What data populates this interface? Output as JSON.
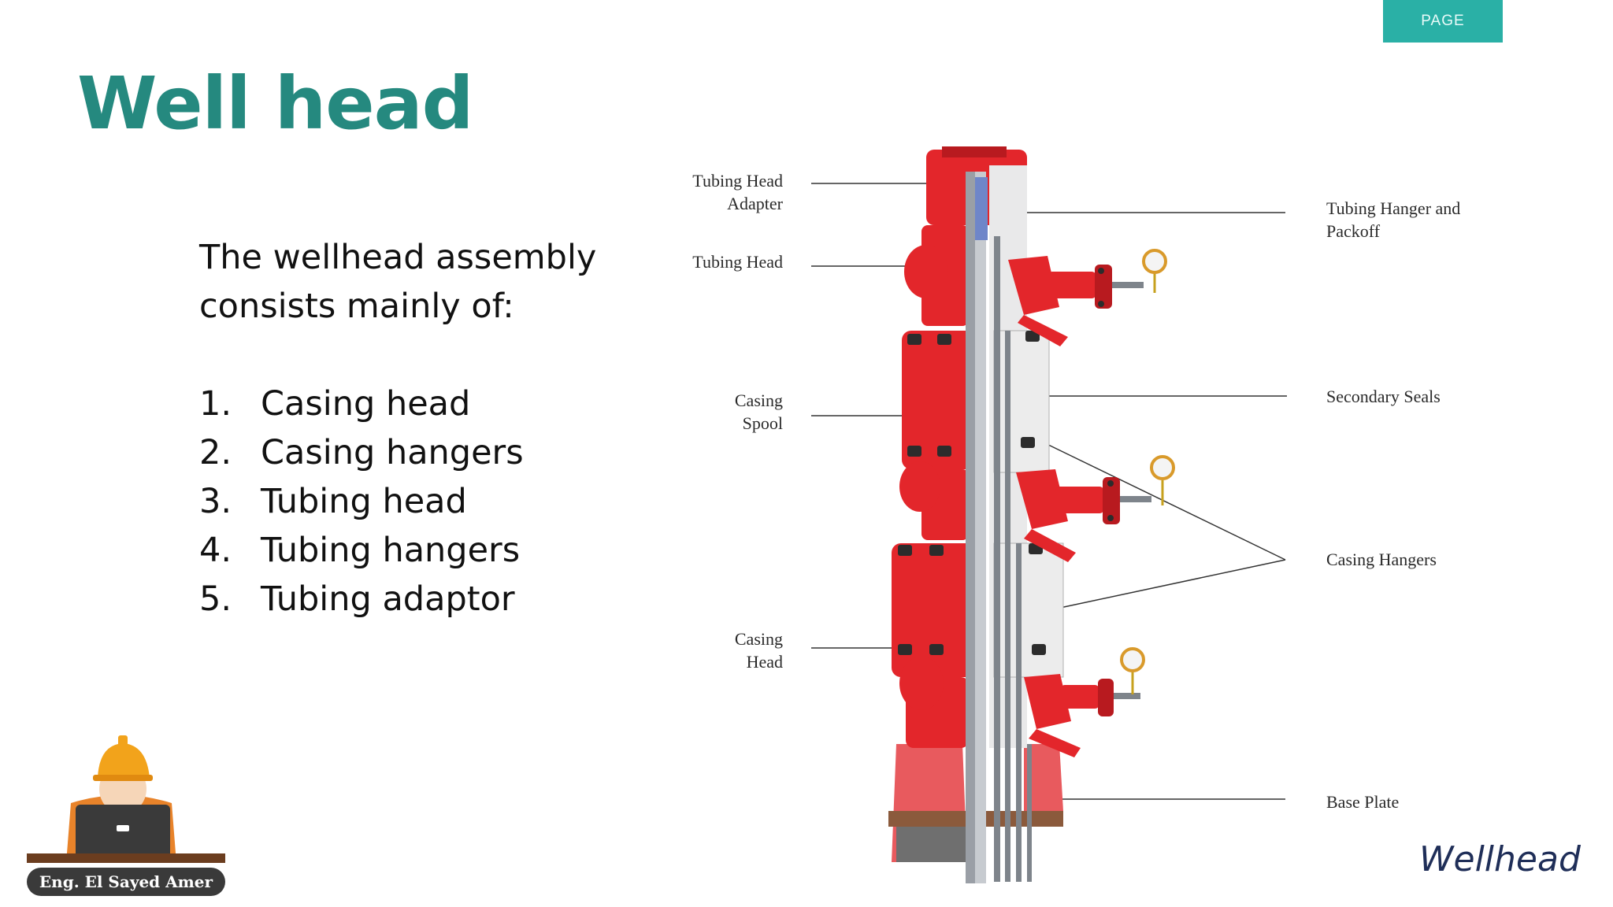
{
  "header": {
    "page_tab": "PAGE"
  },
  "title": "Well head",
  "intro": "The wellhead assembly consists mainly of:",
  "components": [
    {
      "num": "1.",
      "label": "Casing head"
    },
    {
      "num": "2.",
      "label": "Casing hangers"
    },
    {
      "num": "3.",
      "label": "Tubing head"
    },
    {
      "num": "4.",
      "label": "Tubing hangers"
    },
    {
      "num": "5.",
      "label": "Tubing adaptor"
    }
  ],
  "diagram": {
    "labels": {
      "tubing_head_adapter_1": "Tubing Head",
      "tubing_head_adapter_2": "Adapter",
      "tubing_head": "Tubing Head",
      "casing_spool_1": "Casing",
      "casing_spool_2": "Spool",
      "casing_head_1": "Casing",
      "casing_head_2": "Head",
      "tubing_hanger_1": "Tubing Hanger and",
      "tubing_hanger_2": "Packoff",
      "secondary_seals": "Secondary Seals",
      "casing_hangers": "Casing Hangers",
      "base_plate": "Base Plate"
    },
    "colors": {
      "equipment": "#e3262b",
      "equipment_dark": "#b81a1f",
      "pipe": "#9a9fa6",
      "leader_line": "#333333"
    }
  },
  "footer": {
    "brand": "Wellhead",
    "author": "Eng. El Sayed Amer"
  },
  "theme": {
    "accent": "#2ab0a6",
    "title_color": "#25897f"
  },
  "icons": {
    "avatar": "engineer-with-laptop-icon",
    "gauge": "pressure-gauge-icon"
  }
}
